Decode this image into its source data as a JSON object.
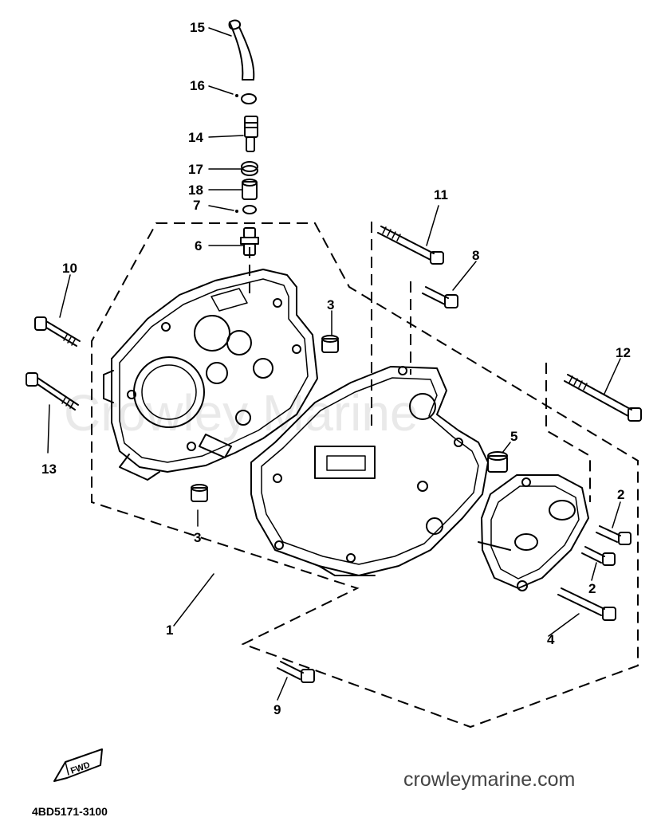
{
  "watermark": "Crowley Marine",
  "credit": "crowleymarine.com",
  "figure_code": "4BD5171-3100",
  "fwd_label": "FWD",
  "callouts": {
    "c1": "1",
    "c2a": "2",
    "c2b": "2",
    "c3a": "3",
    "c3b": "3",
    "c4": "4",
    "c5": "5",
    "c6": "6",
    "c7": "7",
    "c8": "8",
    "c9": "9",
    "c10": "10",
    "c11": "11",
    "c12": "12",
    "c13": "13",
    "c14": "14",
    "c15": "15",
    "c16": "16",
    "c17": "17",
    "c18": "18"
  }
}
